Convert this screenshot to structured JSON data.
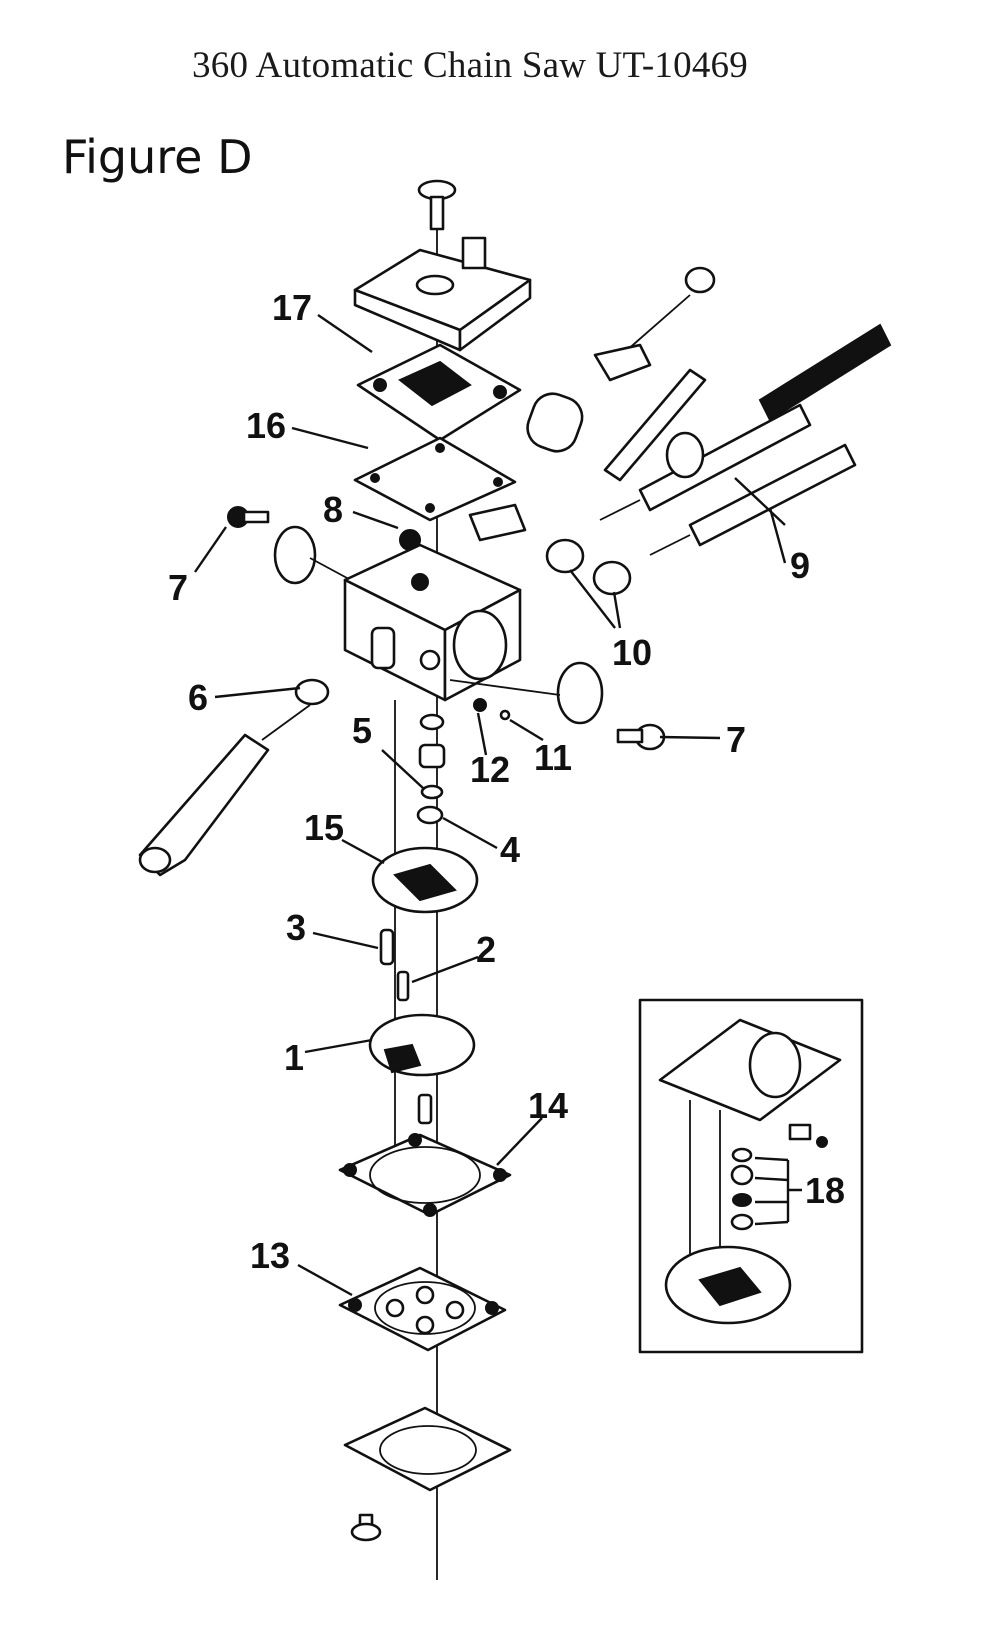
{
  "page": {
    "title": "360 Automatic Chain Saw UT-10469",
    "figure_label": "Figure D"
  },
  "callouts": [
    {
      "id": "17",
      "label": "17"
    },
    {
      "id": "16",
      "label": "16"
    },
    {
      "id": "8",
      "label": "8"
    },
    {
      "id": "7a",
      "label": "7"
    },
    {
      "id": "9",
      "label": "9"
    },
    {
      "id": "10",
      "label": "10"
    },
    {
      "id": "6",
      "label": "6"
    },
    {
      "id": "7b",
      "label": "7"
    },
    {
      "id": "5",
      "label": "5"
    },
    {
      "id": "12",
      "label": "12"
    },
    {
      "id": "11",
      "label": "11"
    },
    {
      "id": "15",
      "label": "15"
    },
    {
      "id": "4",
      "label": "4"
    },
    {
      "id": "3",
      "label": "3"
    },
    {
      "id": "2",
      "label": "2"
    },
    {
      "id": "1",
      "label": "1"
    },
    {
      "id": "14",
      "label": "14"
    },
    {
      "id": "13",
      "label": "13"
    },
    {
      "id": "18",
      "label": "18"
    }
  ],
  "colors": {
    "ink": "#111111",
    "paper": "#ffffff"
  }
}
